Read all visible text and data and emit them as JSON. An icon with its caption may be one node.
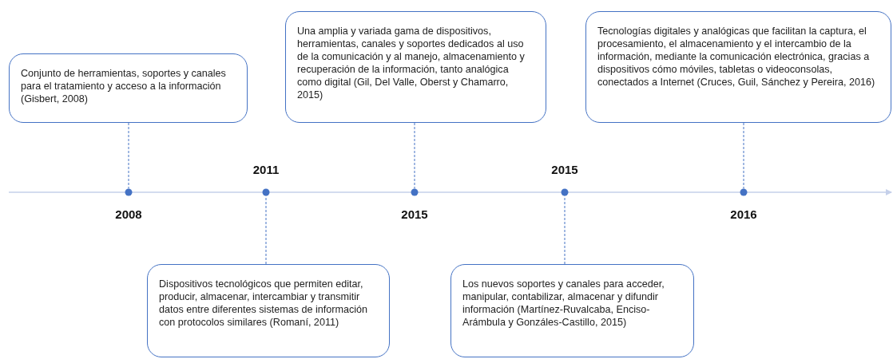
{
  "diagram": {
    "nodes": [
      {
        "text": [
          "Conjunto de herramientas, soportes y canales para el tratamiento y acceso a la información (Gisbert, 2008)"
        ]
      },
      {
        "text": [
          "Dispositivos tecnológicos que permiten editar, producir, almacenar, intercambiar y transmitir datos entre diferentes sistemas de información con protocolos similares (Romaní, 2011)"
        ]
      },
      {
        "text": [
          "Una amplia y variada gama de dispositivos, herramientas, canales y soportes dedicados al uso de la comunicación y al manejo, almacenamiento y recuperación de la información, tanto analógica como digital (Gil, Del Valle, Oberst y Chamarro, 2015)"
        ]
      },
      {
        "text": [
          "Los nuevos soportes y canales para acceder, manipular, contabilizar, almacenar y difundir información (Martínez-Ruvalcaba, Enciso-Arámbula y Gonzáles-Castillo, 2015)"
        ]
      },
      {
        "text": [
          "Tecnologías digitales y analógicas que facilitan la captura, el procesamiento, el almacenamiento y el intercambio de la información, mediante la comunicación electrónica, gracias a dispositivos cómo móviles, tabletas o videoconsolas, conectados a Internet (Cruces, Guil, Sánchez y Pereira, 2016)"
        ]
      },
      {
        "text": [],
        "shape": "circle",
        "beside": [
          "2008"
        ]
      },
      {
        "text": [],
        "shape": "circle",
        "beside": [
          "2011"
        ]
      },
      {
        "text": [],
        "shape": "circle",
        "beside": [
          "2015"
        ]
      },
      {
        "text": [],
        "shape": "circle",
        "beside": [
          "2015"
        ]
      },
      {
        "text": [],
        "shape": "circle",
        "beside": [
          "2016"
        ]
      }
    ],
    "edges": [
      {
        "from": 0,
        "to": 5,
        "arrow": "none",
        "style": "dashed"
      },
      {
        "from": 1,
        "to": 6,
        "arrow": "none",
        "style": "dashed"
      },
      {
        "from": 2,
        "to": 7,
        "arrow": "none",
        "style": "dashed"
      },
      {
        "from": 3,
        "to": 8,
        "arrow": "none",
        "style": "dashed"
      },
      {
        "from": 4,
        "to": 9,
        "arrow": "none",
        "style": "dashed"
      }
    ]
  }
}
